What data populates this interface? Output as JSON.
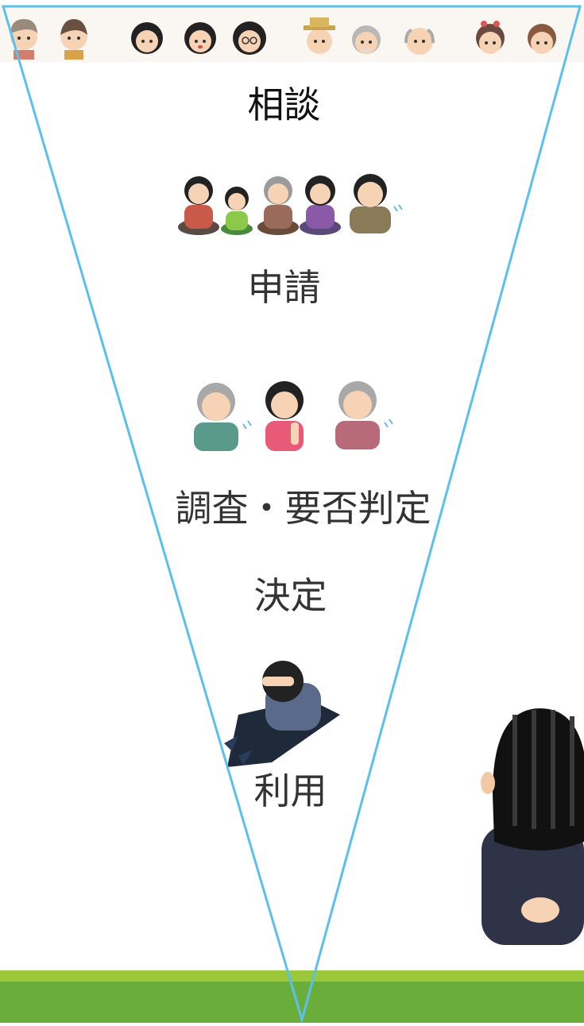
{
  "diagram": {
    "steps": [
      {
        "label": "相談"
      },
      {
        "label": "申請"
      },
      {
        "label": "調査・要否判定"
      },
      {
        "label": "決定"
      },
      {
        "label": "利用"
      }
    ]
  },
  "colors": {
    "funnel_stroke": "#5bc0eb",
    "ground_light": "#9ac83a",
    "ground_dark": "#6aad3a",
    "text": "#333333"
  },
  "icons": {
    "top_strip": "family-faces-strip",
    "group_sitting": "family-sitting-icon",
    "worried_elders": "worried-elderly-icon",
    "despair": "despair-person-icon",
    "observer": "man-from-behind-icon"
  }
}
